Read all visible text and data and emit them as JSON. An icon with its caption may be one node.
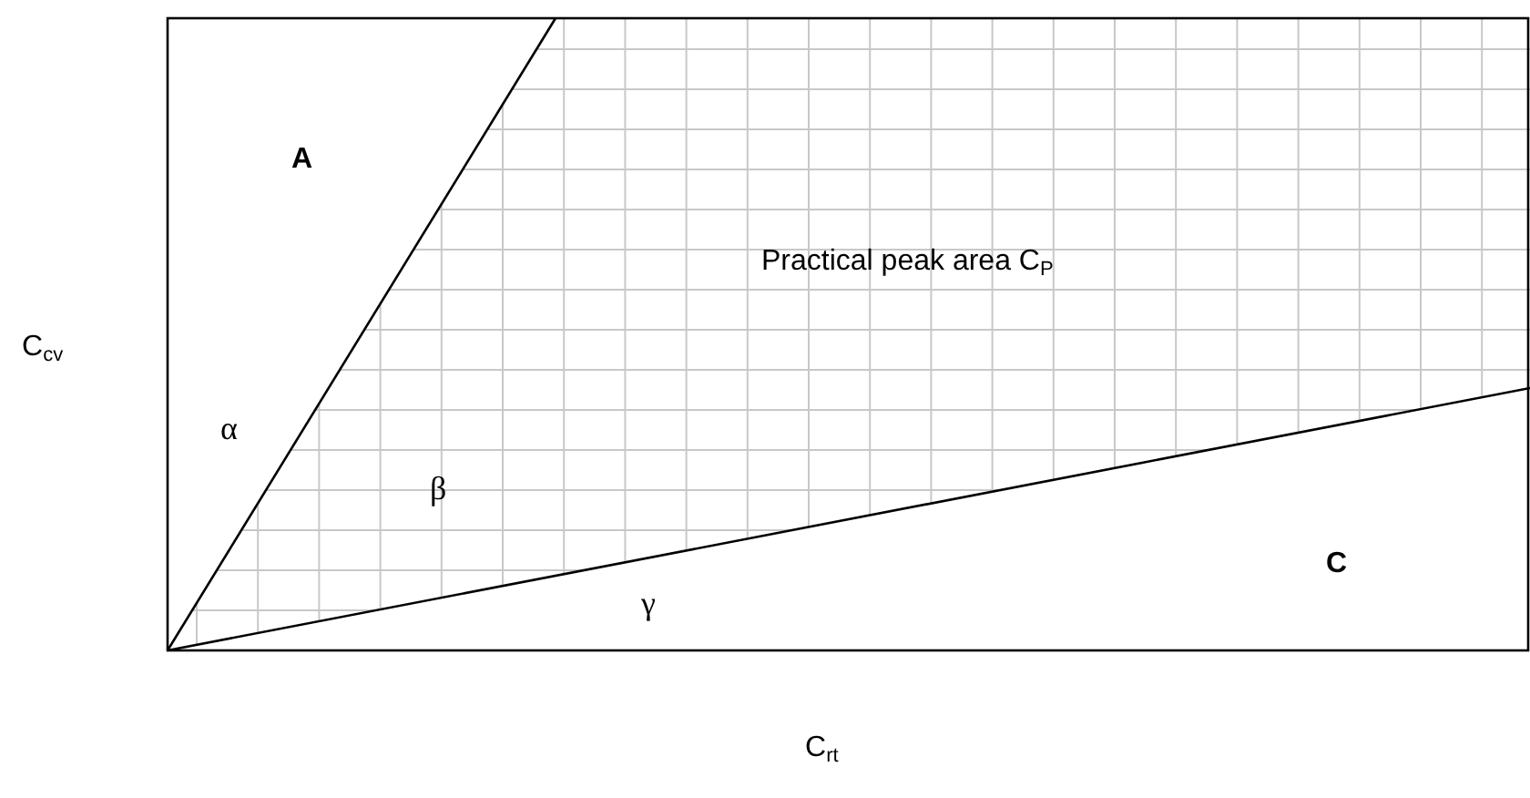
{
  "diagram": {
    "labels": [
      "A",
      "Practical peak area C$_{P}$",
      "α",
      "β",
      "γ",
      "C",
      "C$_{cv}$",
      "C$_{rt}$"
    ]
  }
}
